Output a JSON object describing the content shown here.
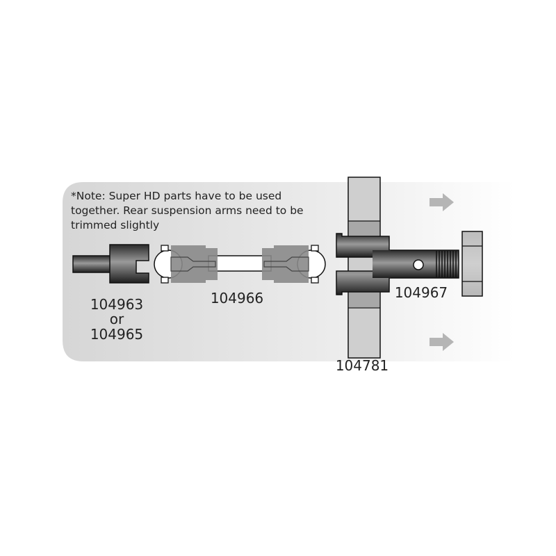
{
  "note": {
    "lines": [
      "*Note: Super HD parts have to be used",
      "together. Rear suspension arms need to be",
      "trimmed slightly"
    ]
  },
  "parts": {
    "cup": {
      "line1": "104963",
      "line2": "or",
      "line3": "104965"
    },
    "dogbone": "104966",
    "axle": "104967",
    "hex": "104781"
  },
  "colors": {
    "text": "#222222",
    "panel": "#d9d9d9",
    "arrow": "#b5b5b5"
  }
}
